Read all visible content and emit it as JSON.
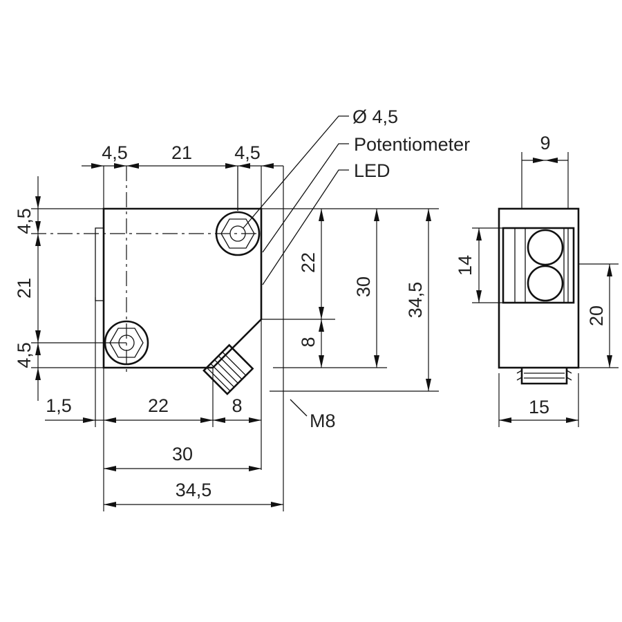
{
  "callouts": {
    "hole": "Ø 4,5",
    "potentiometer": "Potentiometer",
    "led": "LED",
    "connector": "M8"
  },
  "dimensions": {
    "top_left_offset": "4,5",
    "top_center": "21",
    "top_right_offset": "4,5",
    "left_top": "4,5",
    "left_middle": "21",
    "left_bottom": "4,5",
    "bottom_flange": "1,5",
    "bottom_body": "22",
    "bottom_connector": "8",
    "bottom_width": "30",
    "bottom_overall": "34,5",
    "right_upper": "22",
    "right_lower": "8",
    "right_height": "30",
    "right_overall": "34,5",
    "side_top": "9",
    "side_window": "14",
    "side_height": "20",
    "side_width": "15"
  }
}
